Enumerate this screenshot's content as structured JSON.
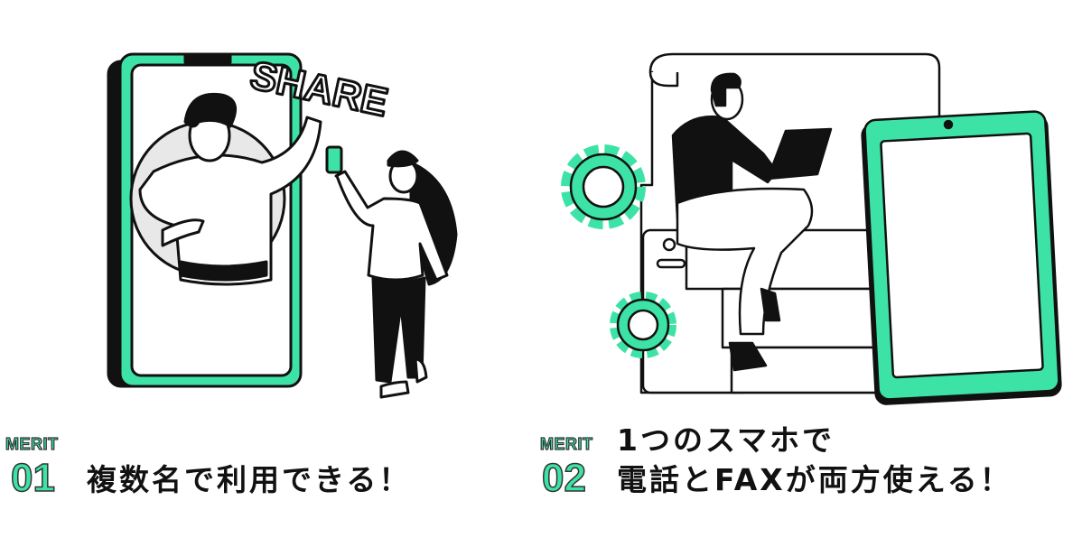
{
  "colors": {
    "accent": "#3de3a6",
    "ink": "#111111"
  },
  "illustrations": {
    "left": {
      "name": "people-sharing-phone",
      "lettering": "SHARE"
    },
    "right": {
      "name": "man-laptop-gears-tablet"
    }
  },
  "merits": [
    {
      "label": "MERIT",
      "number": "01",
      "title_lines": [
        "複数名で利用できる！"
      ]
    },
    {
      "label": "MERIT",
      "number": "02",
      "title_lines": [
        "1つのスマホで",
        "電話とFAXが両方使える！"
      ]
    }
  ]
}
